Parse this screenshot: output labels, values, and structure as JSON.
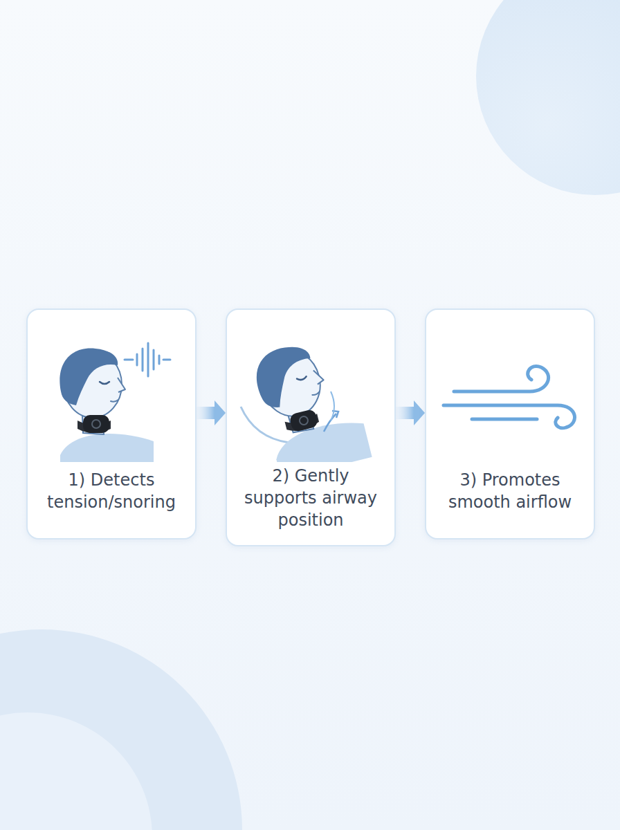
{
  "diagram": {
    "nodes": [
      {
        "text": [
          "1) Detects tension/snoring"
        ]
      },
      {
        "text": [
          "2) Gently supports airway position"
        ]
      },
      {
        "text": [
          "3) Promotes smooth airflow"
        ]
      }
    ],
    "edges": [
      {
        "from": 0,
        "to": 1,
        "arrow": "to"
      },
      {
        "from": 1,
        "to": 2,
        "arrow": "to"
      }
    ]
  }
}
